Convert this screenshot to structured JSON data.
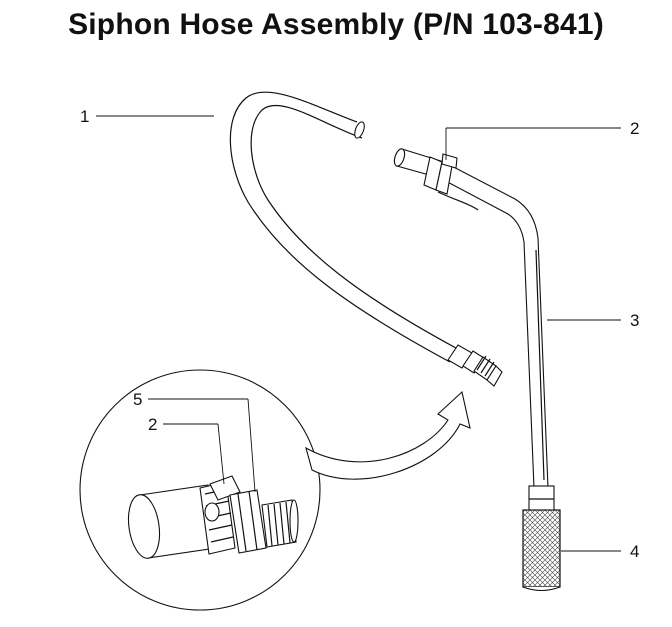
{
  "title": "Siphon Hose Assembly (P/N 103-841)",
  "callouts": {
    "hose": "1",
    "clamp_top": "2",
    "tube": "3",
    "strainer": "4",
    "fitting_detail": "5",
    "clamp_detail": "2"
  }
}
